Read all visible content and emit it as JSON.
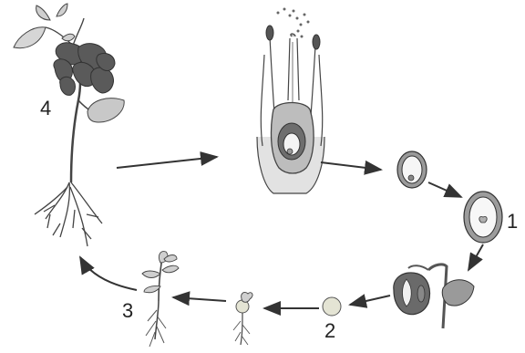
{
  "diagram": {
    "labels": {
      "stage_1": "1",
      "stage_2": "2",
      "stage_3": "3",
      "stage_4": "4"
    },
    "colors": {
      "line": "#333333",
      "leaf_dark": "#555555",
      "leaf_light": "#c8c8c8",
      "flower_fill": "#dcdcdc",
      "seed_fill": "#e8e8d8",
      "fruit_dark": "#6a6a6a"
    }
  }
}
